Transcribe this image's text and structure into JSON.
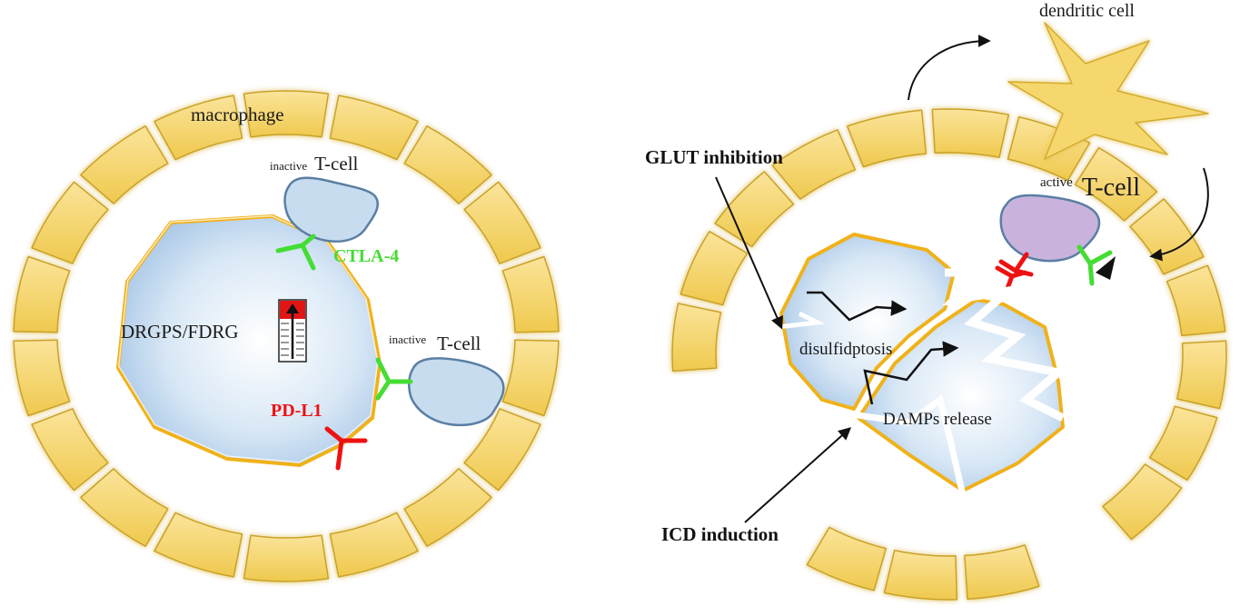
{
  "left_panel": {
    "macrophage_label": "macrophage",
    "tcell_top": {
      "state": "inactive",
      "name": "T-cell"
    },
    "tcell_right": {
      "state": "inactive",
      "name": "T-cell"
    },
    "ctla4_label": "CTLA-4",
    "tumor_label": "DRGPS/FDRG",
    "pdl1_label": "PD-L1"
  },
  "right_panel": {
    "dendritic_label": "dendritic cell",
    "tcell_active": {
      "state": "active",
      "name": "T-cell"
    },
    "glut_label": "GLUT inhibition",
    "disulfidptosis_label": "disulfidptosis",
    "damps_label": "DAMPs release",
    "icd_label": "ICD induction"
  },
  "colors": {
    "macrophage_fill": "#f5d76e",
    "macrophage_stroke": "#c9a227",
    "tumor_border": "#f0b21a",
    "tumor_fill_center": "#ffffff",
    "tumor_fill_edge": "#a9c8e8",
    "tcell_inactive": "#c8dcef",
    "tcell_active": "#c9b3dc",
    "ctla4_color": "#44dd33",
    "pdl1_color": "#ee1111",
    "thermometer_red": "#e21515"
  }
}
